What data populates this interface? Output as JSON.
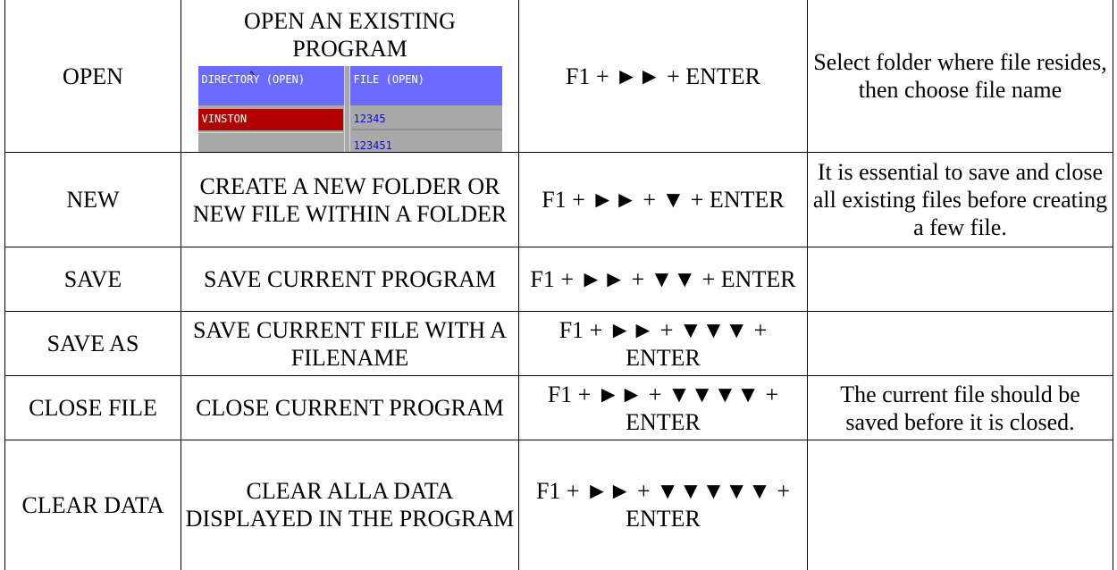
{
  "rows": [
    {
      "command": "OPEN",
      "description": "OPEN AN EXISTING PROGRAM",
      "keys": "F1 + ►► + ENTER",
      "notes": "Select folder where file resides, then choose file name",
      "screenshot": {
        "directory_header": "DIRECTORY (OPEN)",
        "file_header": "FILE (OPEN)",
        "selected_directory": "VINSTON",
        "files": [
          "12345",
          "123451"
        ]
      }
    },
    {
      "command": "NEW",
      "description": "CREATE A NEW FOLDER OR NEW FILE WITHIN A FOLDER",
      "keys": "F1 + ►► + ▼ + ENTER",
      "notes": "It is essential to save and close all existing files before creating a few file."
    },
    {
      "command": "SAVE",
      "description": "SAVE CURRENT PROGRAM",
      "keys": "F1 + ►► + ▼▼ + ENTER",
      "notes": ""
    },
    {
      "command": "SAVE AS",
      "description": "SAVE CURRENT FILE WITH A FILENAME",
      "keys": "F1 + ►► + ▼▼▼ + ENTER",
      "notes": ""
    },
    {
      "command": "CLOSE FILE",
      "description": "CLOSE CURRENT PROGRAM",
      "keys": "F1 + ►► + ▼▼▼▼ + ENTER",
      "notes": "The current file should be saved before it is closed."
    },
    {
      "command": "CLEAR DATA",
      "description": "CLEAR ALLA DATA DISPLAYED IN THE PROGRAM",
      "keys": "F1 + ►► + ▼▼▼▼▼ + ENTER",
      "notes": ""
    }
  ]
}
